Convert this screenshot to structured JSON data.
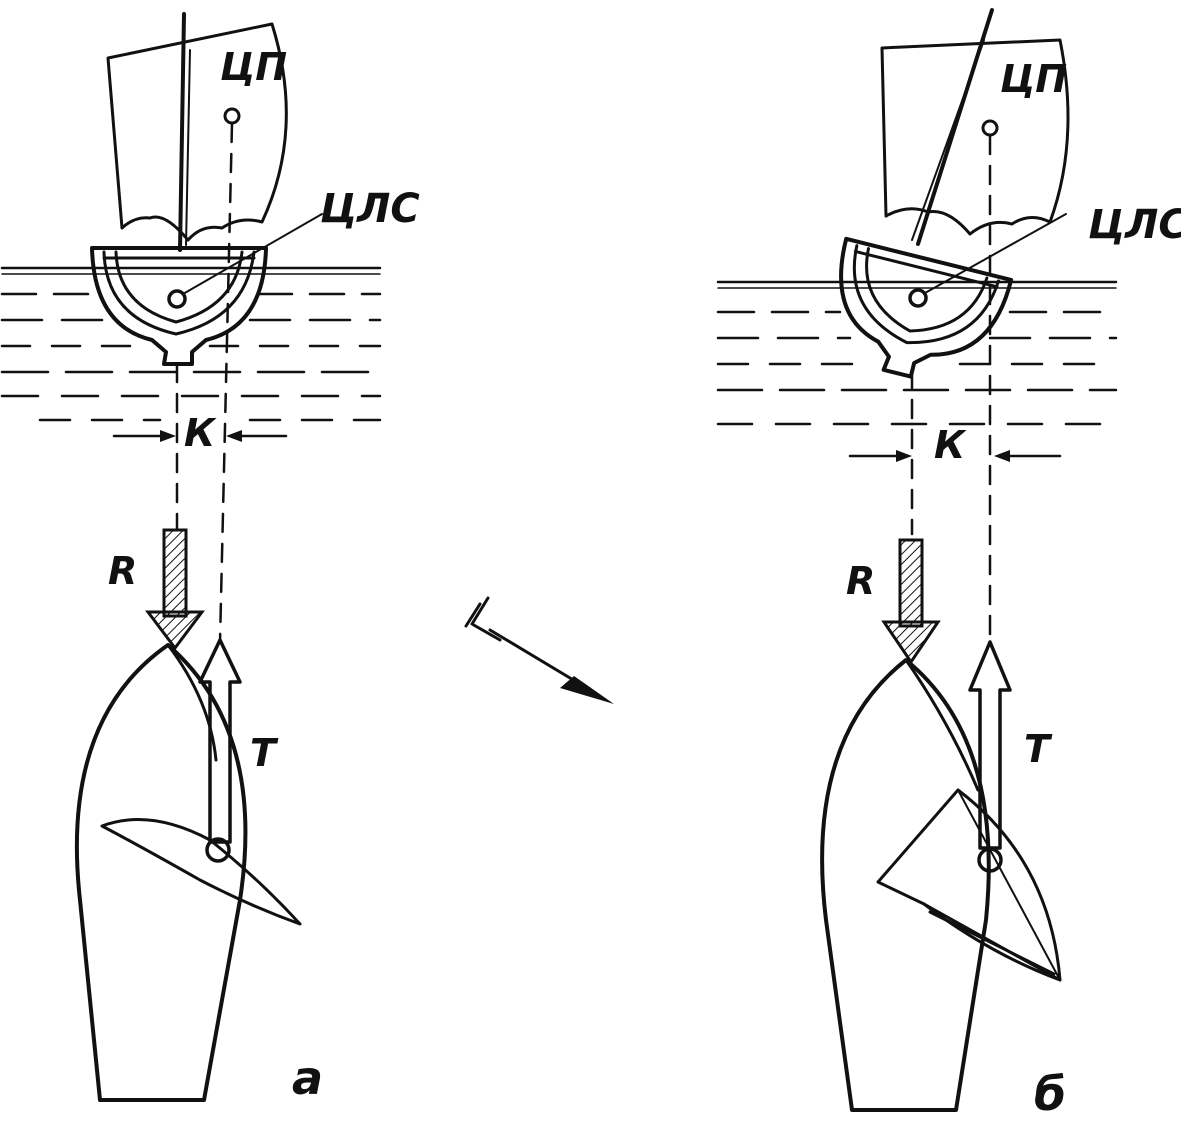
{
  "labels": {
    "cp": "ЦП",
    "clr": "ЦЛС",
    "k": "К",
    "r": "R",
    "t": "T",
    "panel_a": "а",
    "panel_b": "б"
  },
  "colors": {
    "ink": "#111111",
    "paper": "#ffffff"
  },
  "icons": {
    "wind": "wind-arrow-icon"
  }
}
